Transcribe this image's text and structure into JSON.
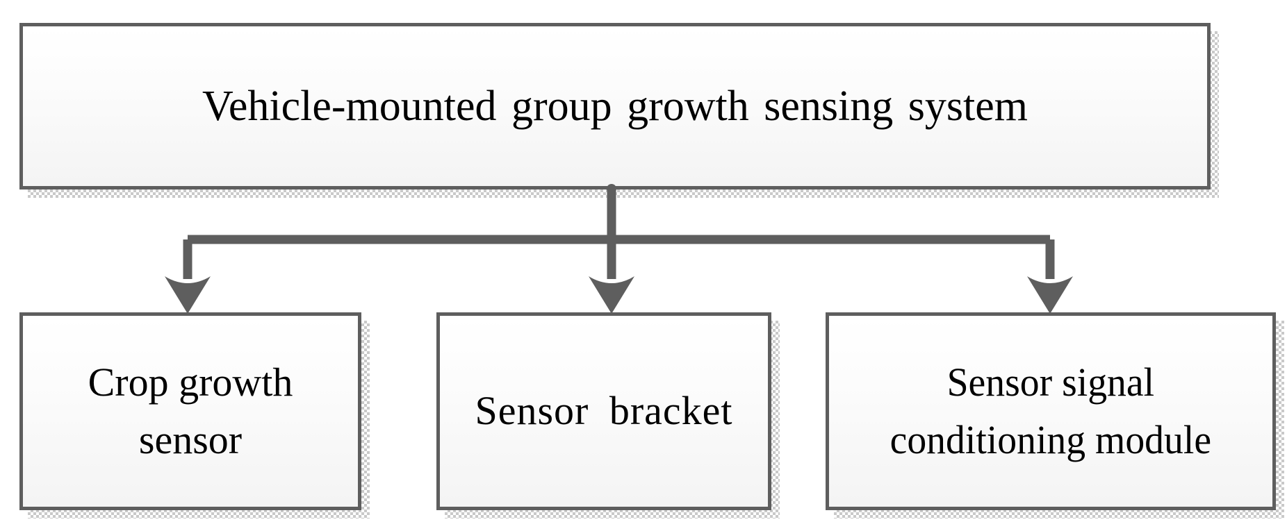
{
  "diagram": {
    "type": "hierarchy-tree",
    "title_node": "Vehicle-mounted group growth sensing system",
    "orientation": "top-down",
    "colors": {
      "node_border": "#5E5E5E",
      "node_fill_top": "#FFFFFF",
      "node_fill_bottom": "#F4F4F4",
      "connector": "#5E5E5E",
      "shadow": "#C9C9C9",
      "text": "#000000"
    },
    "root": {
      "label": "Vehicle-mounted group growth sensing system"
    },
    "children": [
      {
        "label": "Crop growth\nsensor"
      },
      {
        "label": "Sensor  bracket"
      },
      {
        "label": "Sensor  signal\nconditioning module"
      }
    ],
    "connector_labels": []
  }
}
